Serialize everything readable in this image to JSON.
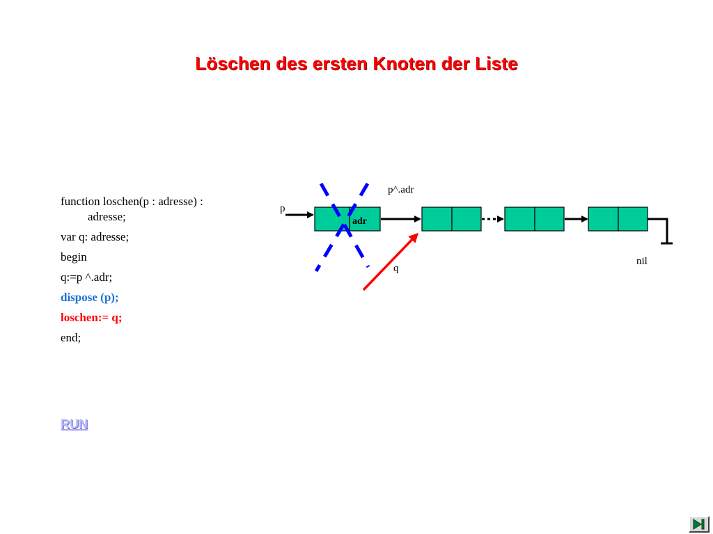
{
  "slide": {
    "title": "Löschen des ersten Knoten der Liste"
  },
  "code": {
    "line1a": "function loschen(p : adresse) :",
    "line1b": "adresse;",
    "line2": "var q: adresse;",
    "line3": "begin",
    "line4": "q:=p ^.adr;",
    "line5": "dispose (p);",
    "line6": "loschen:= q;",
    "line7": "end;"
  },
  "diagram": {
    "label_p": "p",
    "label_padr": "p^.adr",
    "label_adr": "adr",
    "label_q": "q",
    "label_nil": "nil",
    "node_color": "#00cc99",
    "pointer_color": "#ff0000",
    "cross_color": "#0000ff"
  },
  "links": {
    "run": "RUN"
  },
  "nav": {
    "last_slide_icon": "skip-to-end-icon"
  }
}
